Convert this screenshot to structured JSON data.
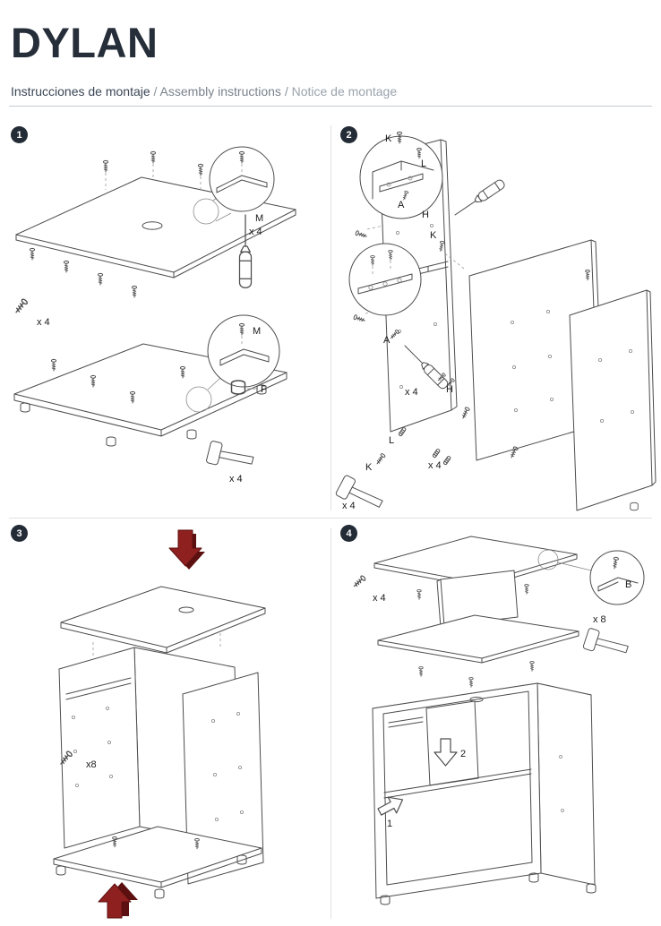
{
  "header": {
    "title": "DYLAN",
    "subtitle": {
      "es": "Instrucciones de montaje",
      "sep1": " / ",
      "en": "Assembly instructions",
      "sep2": " / ",
      "fr": "Notice de montage"
    }
  },
  "steps": {
    "step1": {
      "number": "1",
      "part_m": "M",
      "qty_screwdriver": "x 4",
      "qty_screws": "x 4",
      "part_m_detail": "M",
      "part_f": "F",
      "qty_mallet": "x 4"
    },
    "step2": {
      "number": "2",
      "part_k_top": "K",
      "part_l_top": "L",
      "part_a_top": "A",
      "part_h_top": "H",
      "part_k_mid": "K",
      "part_a_mid": "A",
      "qty_screwdriver": "x 4",
      "part_h_mid": "H",
      "part_l_bottom": "L",
      "part_k_bottom": "K",
      "qty_dowels": "x 4",
      "qty_mallet": "x 4"
    },
    "step3": {
      "number": "3",
      "qty_screws": "x8"
    },
    "step4": {
      "number": "4",
      "qty_screws": "x 4",
      "part_b": "B",
      "qty_mallet": "x 8",
      "arrow_in": "1",
      "arrow_down": "2"
    }
  },
  "colors": {
    "accent_ink": "#262e3a",
    "arrow_red": "#8f2020",
    "line": "#4d4d4d"
  }
}
